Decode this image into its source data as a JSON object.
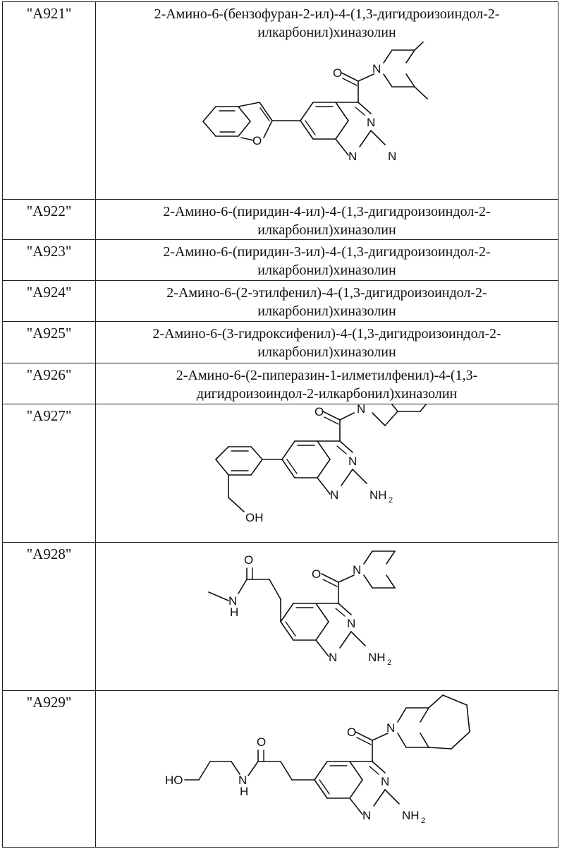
{
  "compounds": [
    {
      "id": "\"A921\"",
      "name": "2-Амино-6-(бензофуран-2-ил)-4-(1,3-дигидроизоиндол-2-илкарбонил)хиназолин",
      "name_lines": [
        "2-Амино-6-(бензофуран-2-ил)-4-(1,3-дигидроизоиндол-2-",
        "илкарбонил)хиназолин"
      ],
      "structure_labels": [
        "O",
        "N",
        "O",
        "N",
        "N",
        "N"
      ]
    },
    {
      "id": "\"A922\"",
      "name_lines": [
        "2-Амино-6-(пиридин-4-ил)-4-(1,3-дигидроизоиндол-2-",
        "илкарбонил)хиназолин"
      ]
    },
    {
      "id": "\"A923\"",
      "name_lines": [
        "2-Амино-6-(пиридин-3-ил)-4-(1,3-дигидроизоиндол-2-",
        "илкарбонил)хиназолин"
      ]
    },
    {
      "id": "\"A924\"",
      "name_lines": [
        "2-Амино-6-(2-этилфенил)-4-(1,3-дигидроизоиндол-2-",
        "илкарбонил)хиназолин"
      ]
    },
    {
      "id": "\"A925\"",
      "name_lines": [
        "2-Амино-6-(3-гидроксифенил)-4-(1,3-дигидроизоиндол-2-",
        "илкарбонил)хиназолин"
      ]
    },
    {
      "id": "\"A926\"",
      "name_lines": [
        "2-Амино-6-(2-пиперазин-1-илметилфенил)-4-(1,3-",
        "дигидроизоиндол-2-илкарбонил)хиназолин"
      ]
    },
    {
      "id": "\"A927\"",
      "structure_labels": [
        "O",
        "N",
        "N",
        "N",
        "OH",
        "NH",
        "2"
      ]
    },
    {
      "id": "\"A928\"",
      "structure_labels": [
        "O",
        "N",
        "H",
        "O",
        "N",
        "N",
        "N",
        "NH",
        "2"
      ]
    },
    {
      "id": "\"A929\"",
      "structure_labels": [
        "O",
        "N",
        "HO",
        "O",
        "N",
        "H",
        "N",
        "N",
        "NH",
        "2"
      ]
    }
  ]
}
